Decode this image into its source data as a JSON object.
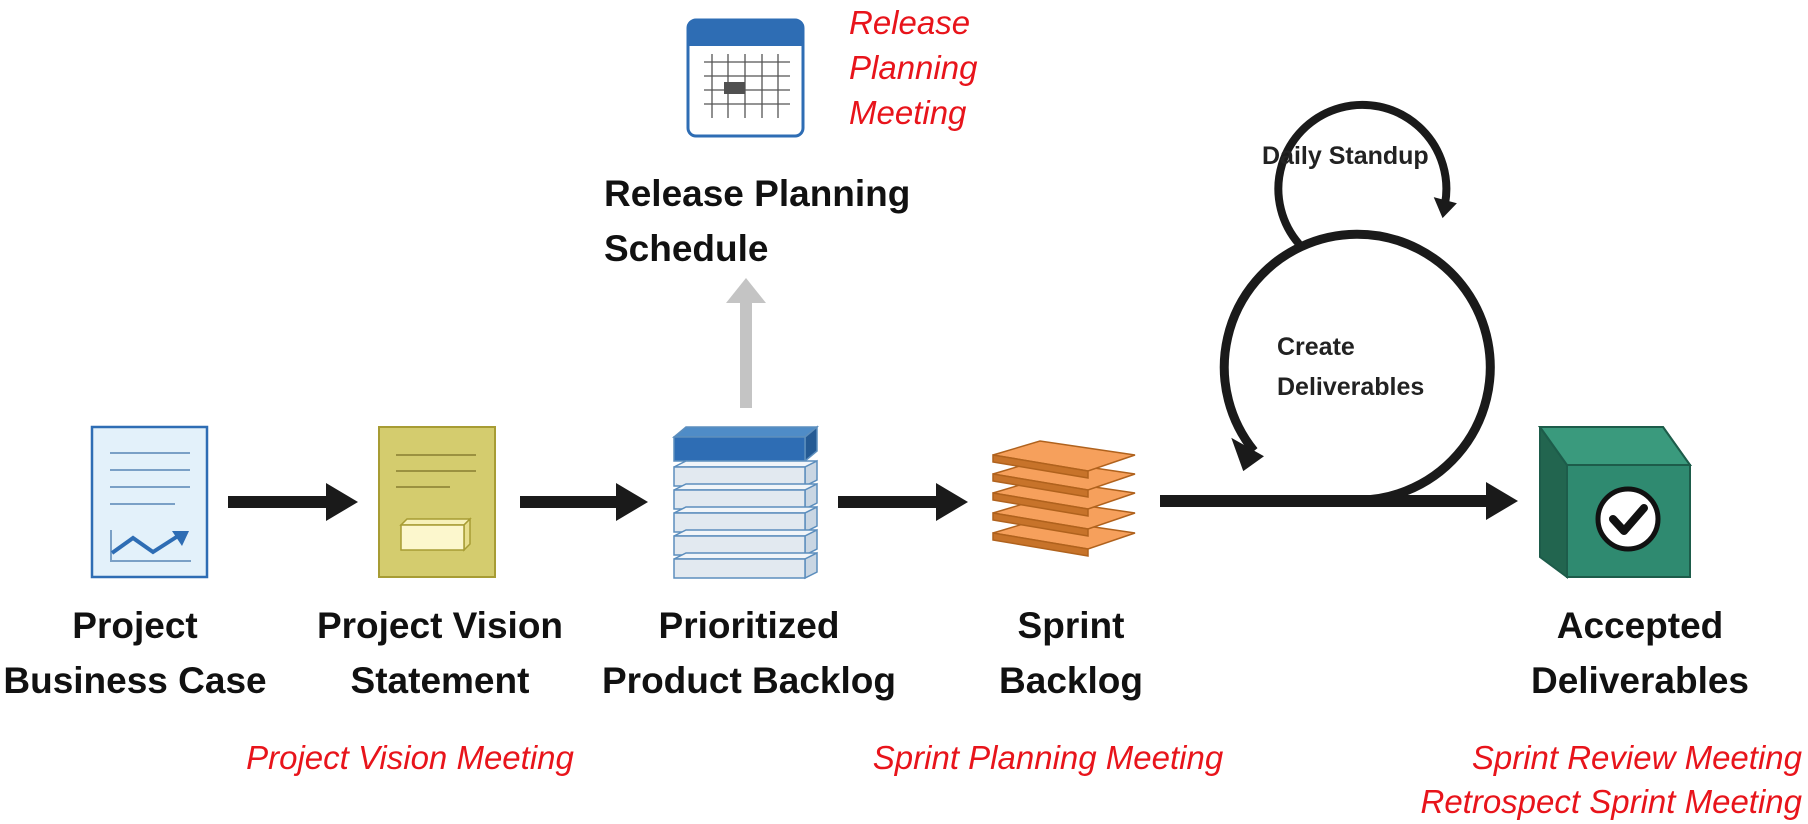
{
  "steps": [
    {
      "label": "Project\nBusiness Case",
      "icon": "business-case-document-icon"
    },
    {
      "label": "Project Vision\nStatement",
      "icon": "vision-statement-document-icon"
    },
    {
      "label": "Prioritized\nProduct Backlog",
      "icon": "product-backlog-stack-icon"
    },
    {
      "label": "Sprint\nBacklog",
      "icon": "sprint-backlog-layers-icon"
    },
    {
      "label": "Accepted\nDeliverables",
      "icon": "accepted-deliverables-box-icon"
    }
  ],
  "release": {
    "label": "Release Planning\nSchedule",
    "icon": "calendar-icon",
    "meeting": "Release\nPlanning\nMeeting"
  },
  "meetings": {
    "vision": "Project Vision Meeting",
    "sprint_planning": "Sprint Planning Meeting",
    "review": "Sprint Review Meeting\nRetrospect Sprint Meeting"
  },
  "loops": {
    "daily": "Daily Standup",
    "create": "Create\nDeliverables"
  },
  "colors": {
    "meeting_text": "#e8141b",
    "arrow": "#1a1a1a",
    "up_arrow": "#c4c4c4",
    "business_case_fill": "#e3f1fa",
    "business_case_stroke": "#2e6db4",
    "vision_fill": "#d4cc6e",
    "backlog_top": "#2e6db4",
    "backlog_slab": "#e2e9f0",
    "sprint_layer": "#f6a05c",
    "deliverable_box": "#2f8a70",
    "calendar_header": "#2e6db4"
  }
}
